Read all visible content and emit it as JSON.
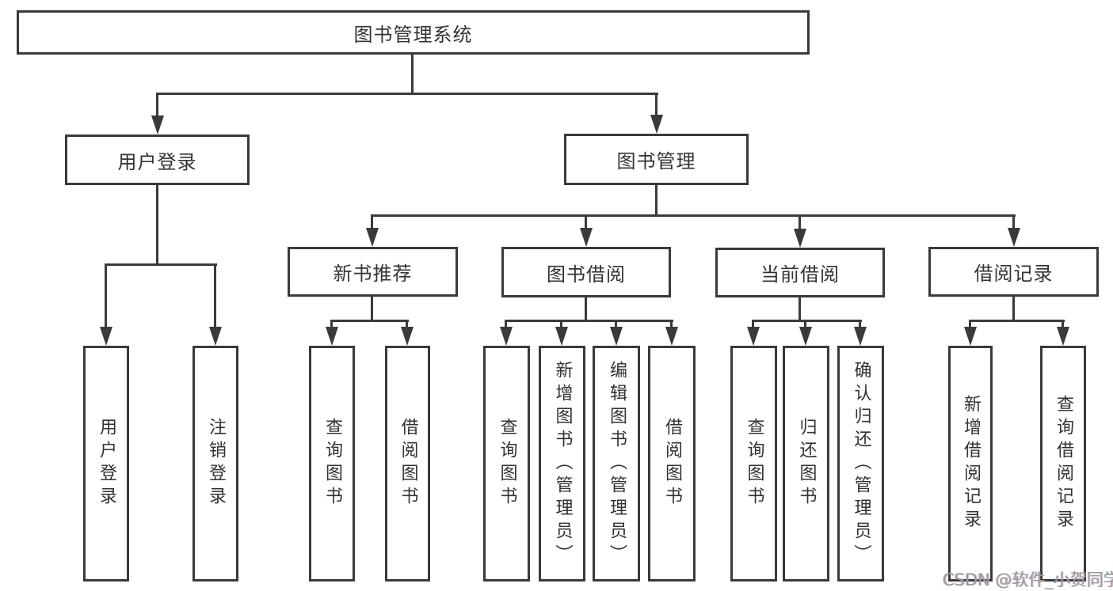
{
  "colors": {
    "line": "#3a3a3a",
    "text": "#333333",
    "bg": "#ffffff",
    "watermark": "#9b9b9b"
  },
  "tree": {
    "root": {
      "label": "图书管理系统"
    },
    "branches": [
      {
        "label": "用户登录",
        "children": [
          {
            "label": "用户登录"
          },
          {
            "label": "注销登录"
          }
        ]
      },
      {
        "label": "图书管理",
        "children": [
          {
            "label": "新书推荐",
            "children": [
              {
                "label": "查询图书"
              },
              {
                "label": "借阅图书"
              }
            ]
          },
          {
            "label": "图书借阅",
            "children": [
              {
                "label": "查询图书"
              },
              {
                "label": "新增图书（管理员）"
              },
              {
                "label": "编辑图书（管理员）"
              },
              {
                "label": "借阅图书"
              }
            ]
          },
          {
            "label": "当前借阅",
            "children": [
              {
                "label": "查询图书"
              },
              {
                "label": "归还图书"
              },
              {
                "label": "确认归还（管理员）"
              }
            ]
          },
          {
            "label": "借阅记录",
            "children": [
              {
                "label": "新增借阅记录"
              },
              {
                "label": "查询借阅记录"
              }
            ]
          }
        ]
      }
    ]
  },
  "watermark": {
    "text": "CSDN @软件_小贺同学"
  }
}
